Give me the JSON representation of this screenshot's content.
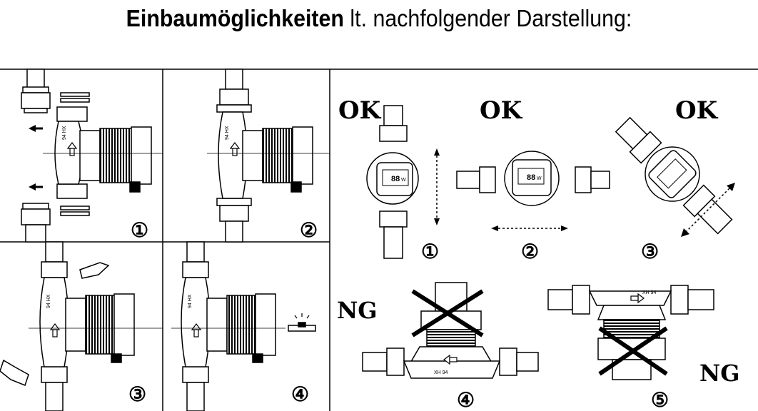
{
  "header": {
    "title_bold": "Einbaumöglichkeiten",
    "title_rest": " lt. nachfolgender Darstellung:"
  },
  "left_panel": {
    "steps": [
      "①",
      "②",
      "③",
      "④"
    ],
    "model_label": "94 HX"
  },
  "right_panel": {
    "ok_label": "OK",
    "ng_label": "NG",
    "positions": [
      "①",
      "②",
      "③",
      "④",
      "⑤"
    ],
    "display_value": "88",
    "display_unit": "W",
    "model_label": "XH 94"
  }
}
